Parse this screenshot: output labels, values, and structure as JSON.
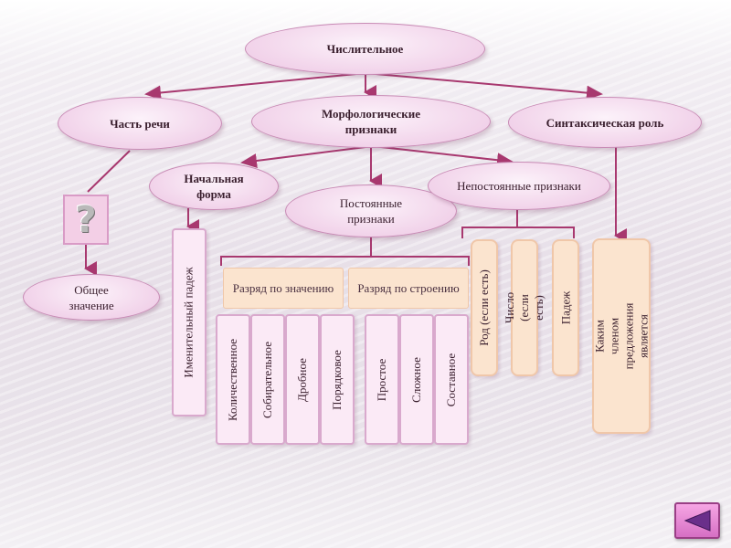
{
  "diagram": {
    "root": "Числительное",
    "part_of_speech": "Часть речи",
    "morph_features": "Морфологические признаки",
    "syntactic_role": "Синтаксическая роль",
    "initial_form": "Начальная форма",
    "constant_features": "Постоянные признаки",
    "variable_features": "Непостоянные признаки",
    "general_meaning": "Общее значение",
    "question_icon": "question-mark-icon",
    "nominative_case": "Именительный падеж",
    "rank_by_meaning": "Разряд по значению",
    "rank_by_structure": "Разряд по строению",
    "meaning_types": [
      "Количественное",
      "Собирательное",
      "Дробное",
      "Порядковое"
    ],
    "structure_types": [
      "Простое",
      "Сложное",
      "Составное"
    ],
    "variable_items": [
      "Род (если есть)",
      "Число (если есть)",
      "Падеж"
    ],
    "role_text": "Каким членом предложения является"
  },
  "navigation": {
    "back_icon": "back-triangle-icon"
  },
  "colors": {
    "connector": "#a8386f",
    "oval_fill": "#f3d7ec",
    "peach": "#fbe4cf",
    "button": "#d66fc4"
  }
}
